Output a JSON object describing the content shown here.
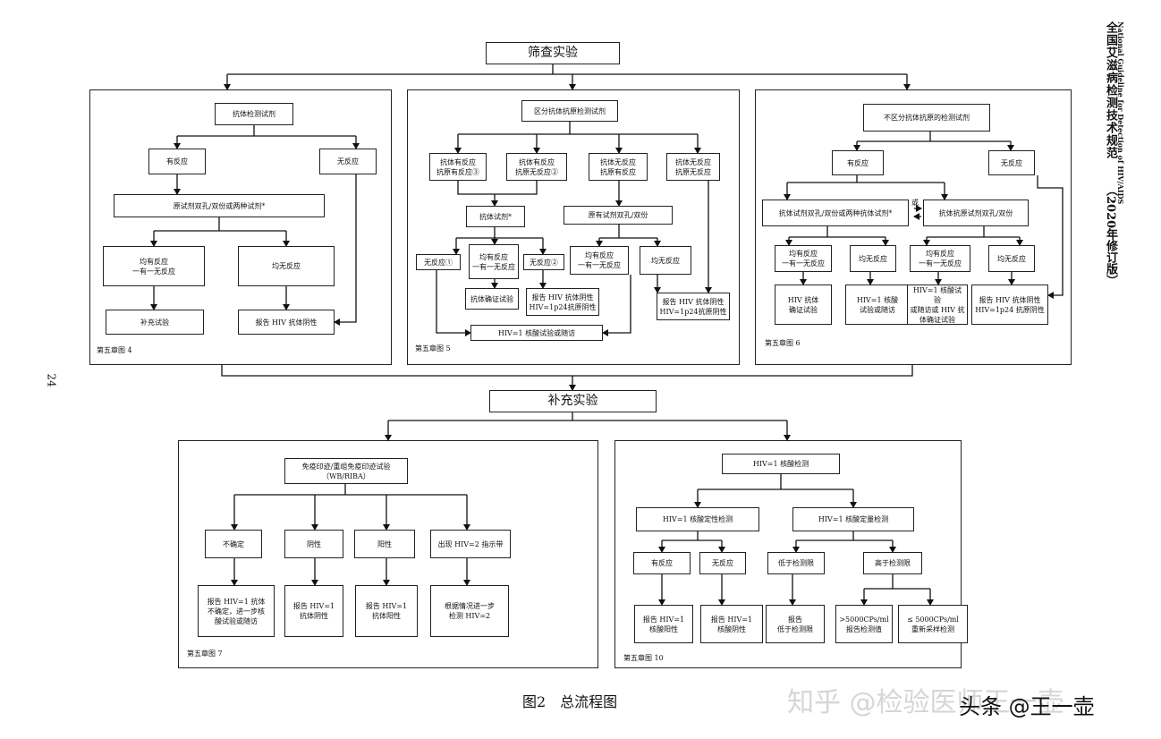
{
  "screening_title": "筛查实验",
  "supplementary_title": "补充实验",
  "figure_title": "图2　总流程图",
  "page_number": "24",
  "side_title": {
    "cn": "全国艾滋病检测技术规范",
    "en": "National Guideline for Detection of HIV/AIDS",
    "edition": "（2020年修订版）"
  },
  "watermark": {
    "zhihu": "知乎 @检验医师王一壶",
    "toutiao": "头条 @王一壶"
  },
  "panel1": {
    "caption": "第五章图 4",
    "n1": "抗体检测试剂",
    "n2": "有反应",
    "n3": "无反应",
    "n4": "原试剂双孔/双份或两种试剂*",
    "n5": "均有反应\n一有一无反应",
    "n6": "均无反应",
    "n7": "补充试验",
    "n8": "报告 HIV 抗体阴性"
  },
  "panel2": {
    "caption": "第五章图 5",
    "n1": "区分抗体抗原检测试剂",
    "n2": "抗体有反应\n抗原有反应③",
    "n3": "抗体有反应\n抗原无反应②",
    "n4": "抗体无反应\n抗原有反应",
    "n5": "抗体无反应\n抗原无反应",
    "n6": "抗体试剂*",
    "n7": "原有试剂双孔/双份",
    "n8": "无反应①",
    "n9": "均有反应\n一有一无反应",
    "n10": "无反应②",
    "n11": "均有反应\n一有一无反应",
    "n12": "均无反应",
    "n13": "抗体确证试验",
    "n14": "报告 HIV 抗体阴性\nHIV=1p24抗原阴性",
    "n15": "报告 HIV 抗体阴性\nHIV=1p24抗原阴性",
    "n16": "HIV=1 核酸试验或随访"
  },
  "panel3": {
    "caption": "第五章图 6",
    "n1": "不区分抗体抗原的检测试剂",
    "n2": "有反应",
    "n3": "无反应",
    "n4": "抗体试剂双孔/双份或两种抗体试剂*",
    "or": "或",
    "n5": "抗体抗原试剂双孔/双份",
    "n6": "均有反应\n一有一无反应",
    "n7": "均无反应",
    "n8": "均有反应\n一有一无反应",
    "n9": "均无反应",
    "n10": "HIV 抗体\n确证试验",
    "n11": "HIV=1 核酸\n试验或随访",
    "n12": "HIV=1 核酸试验\n或随访或 HIV 抗\n体确证试验",
    "n13": "报告 HIV 抗体阴性\nHIV=1p24 抗原阴性"
  },
  "panel4": {
    "caption": "第五章图 7",
    "n1": "免疫印迹/重组免疫印迹试验\n（WB/RIBA）",
    "n2": "不确定",
    "n3": "阴性",
    "n4": "阳性",
    "n5": "出现 HIV=2 指示带",
    "n6": "报告 HIV=1 抗体\n不确定，进一步核\n酸试验或随访",
    "n7": "报告 HIV=1\n抗体阴性",
    "n8": "报告 HIV=1\n抗体阳性",
    "n9": "根据情况进一步\n检测 HIV=2"
  },
  "panel5": {
    "caption": "第五章图 10",
    "n1": "HIV=1 核酸检测",
    "n2": "HIV=1 核酸定性检测",
    "n3": "HIV=1 核酸定量检测",
    "n4": "有反应",
    "n5": "无反应",
    "n6": "低于检测限",
    "n7": "高于检测限",
    "n8": "报告 HIV=1\n核酸阳性",
    "n9": "报告 HIV=1\n核酸阴性",
    "n10": "报告\n低于检测限",
    "n11": ">5000CPs/ml\n报告检测值",
    "n12": "≤ 5000CPs/ml\n重新采样检测"
  }
}
